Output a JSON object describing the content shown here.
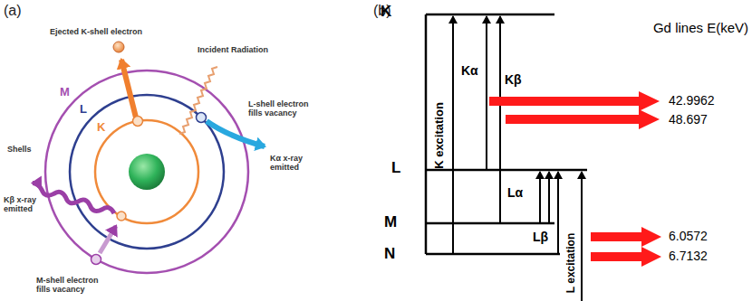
{
  "diagram": {
    "labels": [
      "(a)",
      "(b)",
      "Ejected K-shell electron",
      "Incident Radiation",
      "M",
      "L",
      "K",
      "Shells",
      "L-shell electron fills vacancy",
      "Kα x-ray emitted",
      "Kβ x-ray emitted",
      "M-shell electron fills vacancy",
      "K",
      "L",
      "M",
      "N",
      "K excitation",
      "Kα",
      "Kβ",
      "Lα",
      "Lβ",
      "L excitation",
      "Gd lines E(keV)",
      "42.9962",
      "48.697",
      "6.0572",
      "6.7132"
    ]
  }
}
